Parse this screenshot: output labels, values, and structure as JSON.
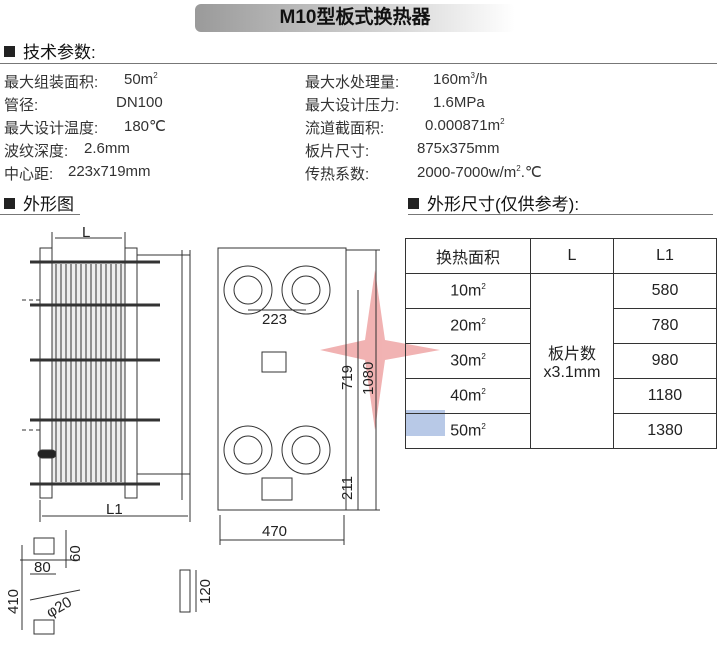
{
  "title": "M10型板式换热器",
  "section_specs": "技术参数:",
  "section_drawing": "外形图",
  "section_dims": "外形尺寸(仅供参考):",
  "specs_left": [
    {
      "label": "最大组装面积:",
      "value": "50m²"
    },
    {
      "label": "管径:",
      "value": "DN100"
    },
    {
      "label": "最大设计温度:",
      "value": "180℃"
    },
    {
      "label": "波纹深度:",
      "value": "2.6mm"
    },
    {
      "label": "中心距:",
      "value": "223x719mm"
    }
  ],
  "specs_right": [
    {
      "label": "最大水处理量:",
      "value": "160m³/h"
    },
    {
      "label": "最大设计压力:",
      "value": "1.6MPa"
    },
    {
      "label": "流道截面积:",
      "value": "0.000871m²"
    },
    {
      "label": "板片尺寸:",
      "value": "875x375mm"
    },
    {
      "label": "传热系数:",
      "value": "2000-7000w/m².℃"
    }
  ],
  "table": {
    "headers": [
      "换热面积",
      "L",
      "L1"
    ],
    "areas": [
      "10m²",
      "20m²",
      "30m²",
      "40m²",
      "50m²"
    ],
    "L_line1": "板片数",
    "L_line2": "x3.1mm",
    "L1": [
      "580",
      "780",
      "980",
      "1180",
      "1380"
    ]
  },
  "dims": {
    "L": "L",
    "L1": "L1",
    "d223": "223",
    "d719": "719",
    "d1080": "1080",
    "d211": "211",
    "d470": "470",
    "d60": "60",
    "d80": "80",
    "d410": "410",
    "d20": "φ20",
    "d120": "120"
  },
  "colors": {
    "watermark_red": "#e88080",
    "watermark_blue": "#8aa6d8"
  }
}
